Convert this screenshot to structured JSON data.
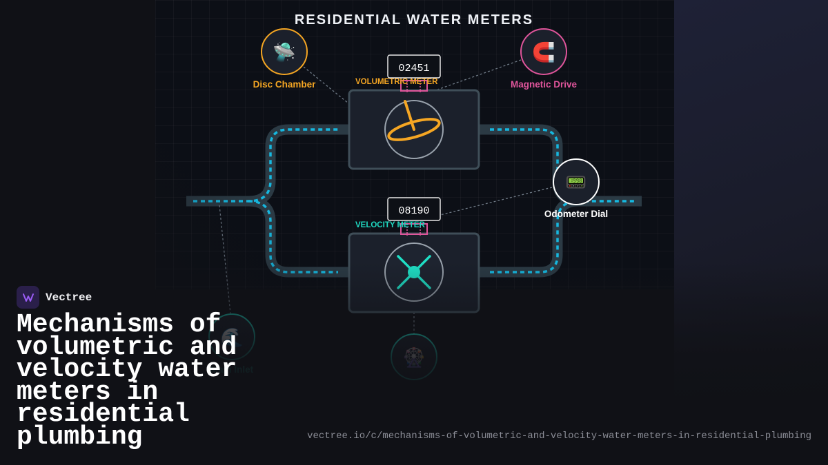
{
  "diagram": {
    "title": "RESIDENTIAL WATER METERS",
    "meters": {
      "volumetric": {
        "label": "VOLUMETRIC METER",
        "reading": "02451",
        "label_color": "#f5a623",
        "element_color": "#f5a623"
      },
      "velocity": {
        "label": "VELOCITY METER",
        "reading": "08190",
        "label_color": "#1fd9c2",
        "element_color": "#1fe0c6"
      }
    },
    "nodes": {
      "disc_chamber": {
        "label": "Disc Chamber",
        "icon": "ufo-icon",
        "glyph": "🛸",
        "color": "#f5a623"
      },
      "magnetic_drive": {
        "label": "Magnetic Drive",
        "icon": "magnet-icon",
        "glyph": "🧲",
        "color": "#e0559b"
      },
      "odometer_dial": {
        "label": "Odometer Dial",
        "icon": "pager-icon",
        "glyph": "📟",
        "color": "#ffffff"
      },
      "main_inlet": {
        "label": "Main Inlet",
        "icon": "wave-icon",
        "glyph": "🌊",
        "color": "#1fd9c2"
      },
      "turbine": {
        "label": "",
        "icon": "wheel-icon",
        "glyph": "🎡",
        "color": "#1fd9c2"
      }
    },
    "colors": {
      "pipe": "#2b3a44",
      "flow": "#16b8e0",
      "box_border": "#3f4e58",
      "box_fill": "#1b202b",
      "coupler": "#e0559b"
    }
  },
  "brand": {
    "name": "Vectree",
    "accent": "#9b5cf6"
  },
  "headline": "Mechanisms of volumetric and velocity water meters in residential plumbing",
  "url": "vectree.io/c/mechanisms-of-volumetric-and-velocity-water-meters-in-residential-plumbing"
}
